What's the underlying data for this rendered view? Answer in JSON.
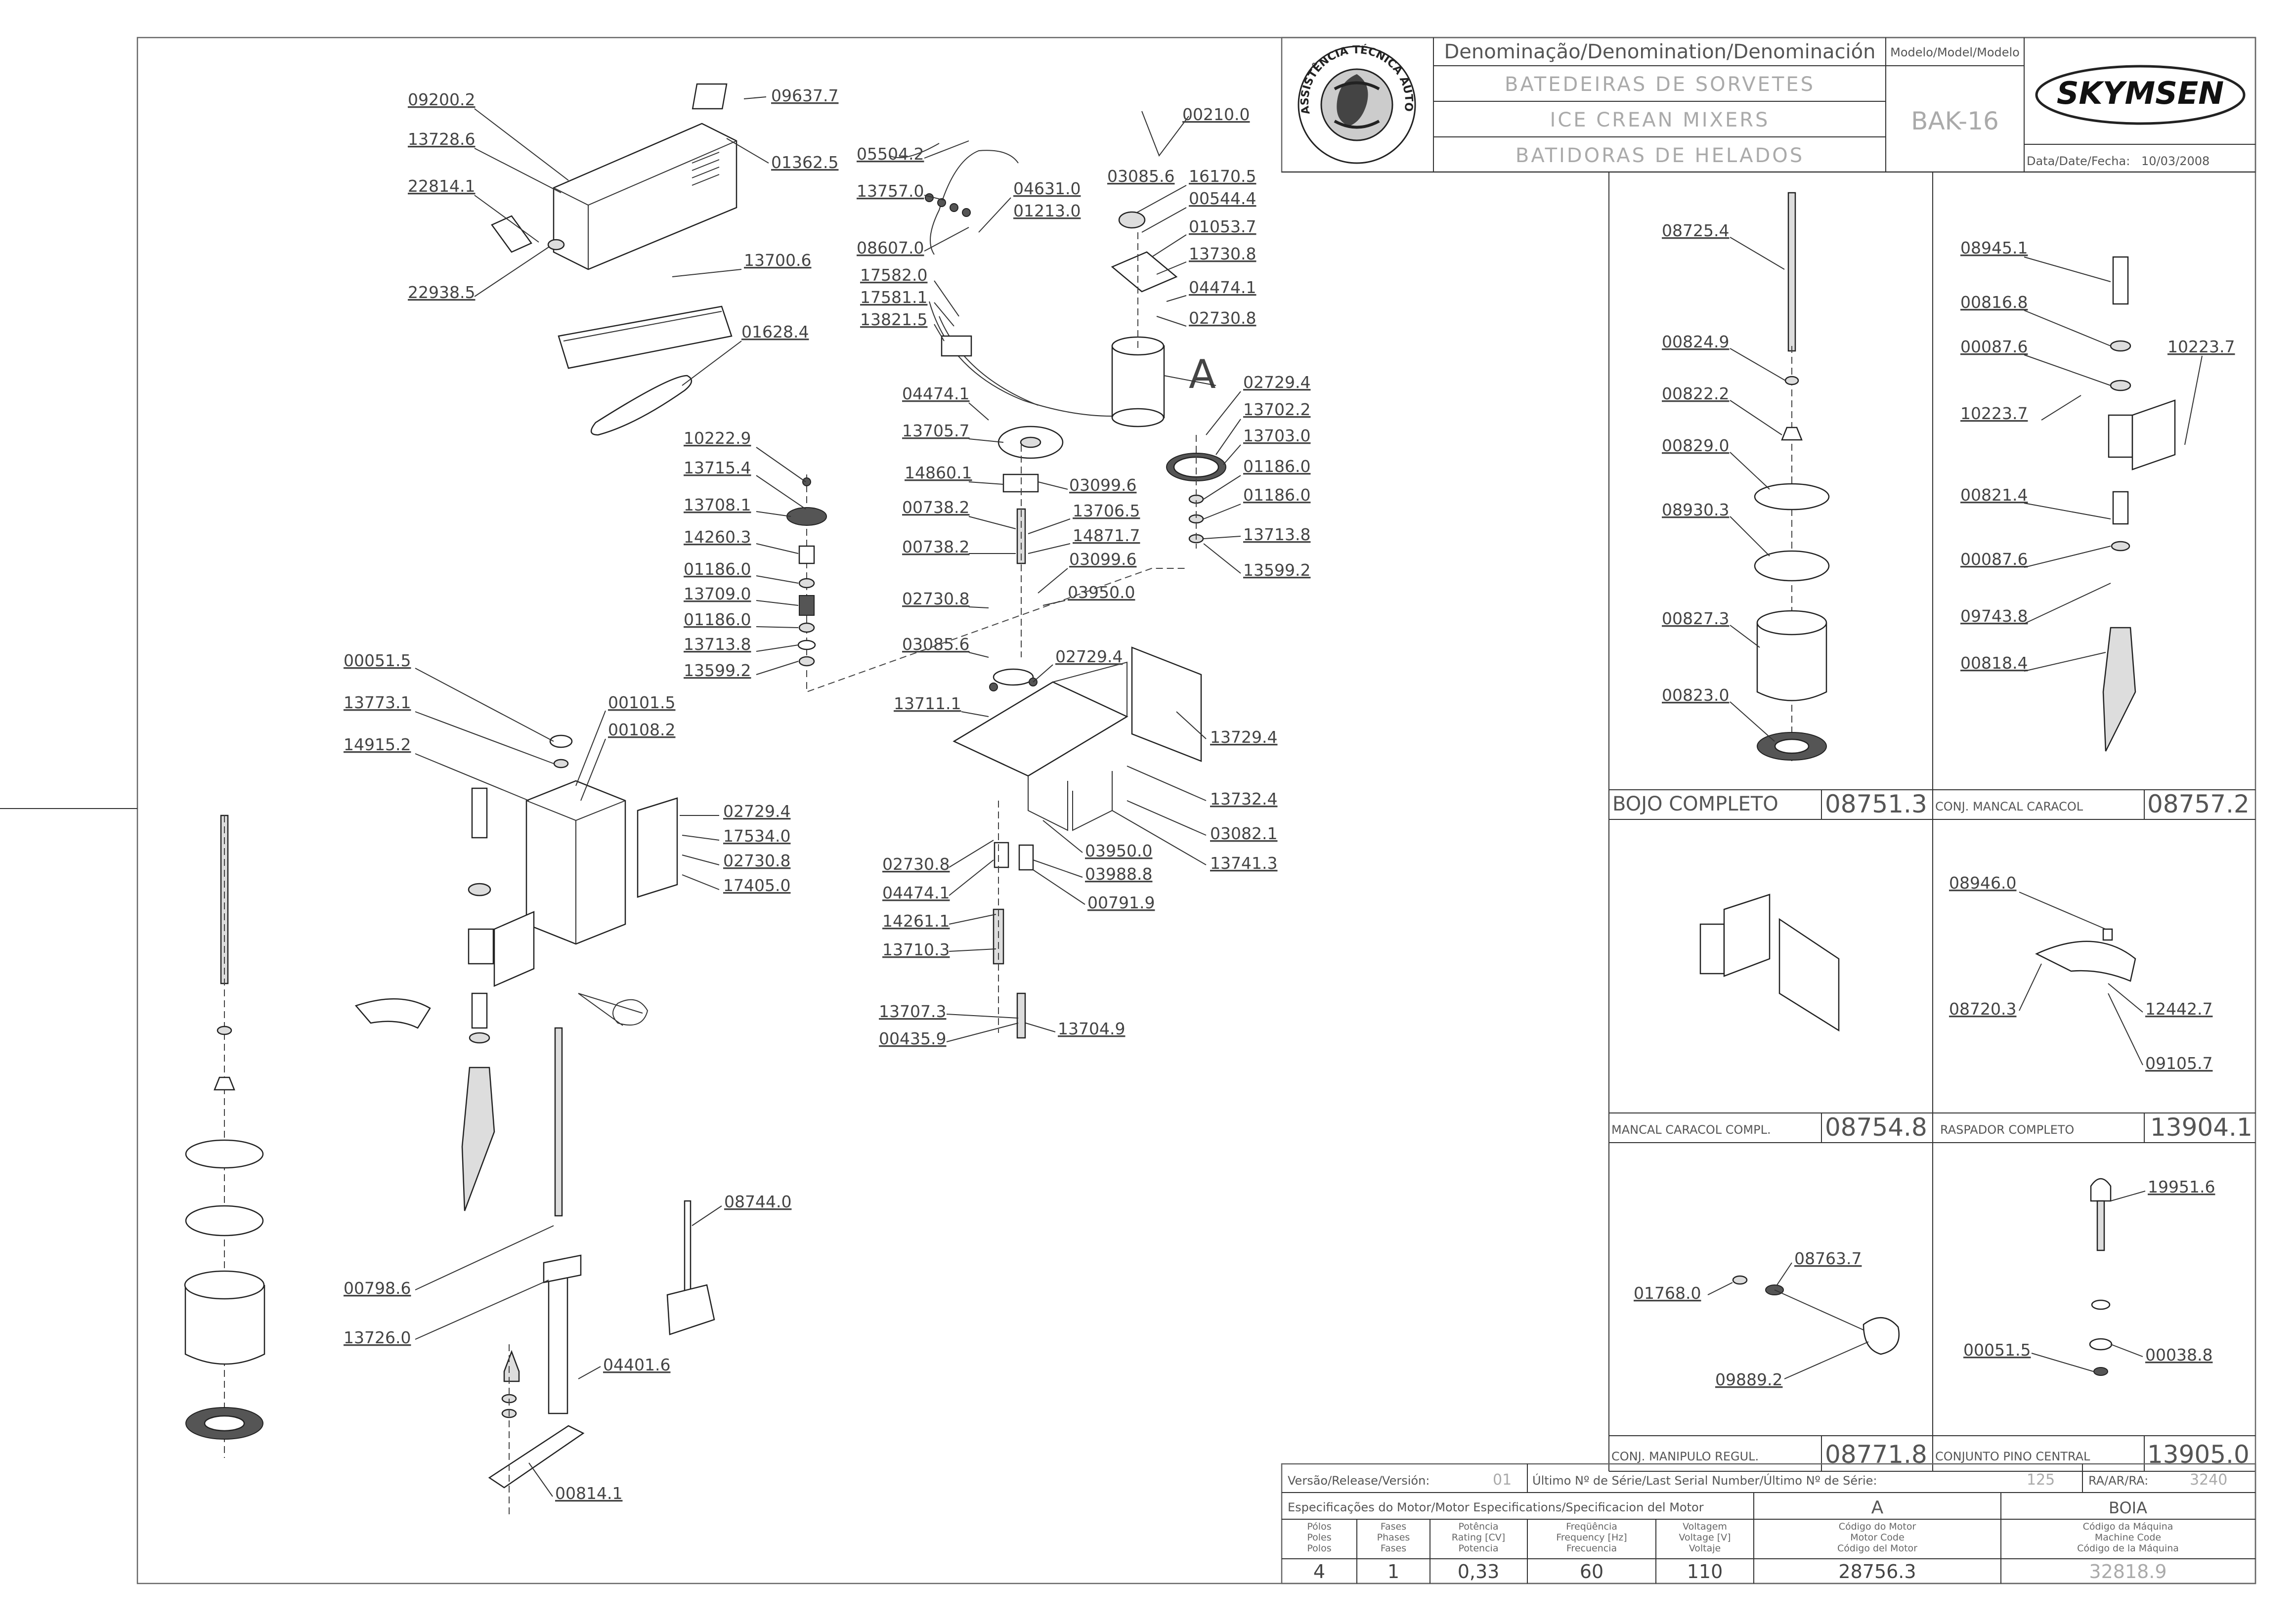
{
  "header": {
    "denomination_title": "Denominação/Denomination/Denominación",
    "model_title": "Modelo/Model/Modelo",
    "denominations": [
      "BATEDEIRAS DE SORVETES",
      "ICE CREAN MIXERS",
      "BATIDORAS DE HELADOS"
    ],
    "model": "BAK-16",
    "brand": "SKYMSEN",
    "date_label": "Data/Date/Fecha:",
    "date_value": "10/03/2008",
    "seal_top": "ASSISTÊNCIA TÉCNICA AUTORIZADA"
  },
  "callouts": {
    "c09200_2": "09200.2",
    "c09637_7": "09637.7",
    "c13728_6": "13728.6",
    "c01362_5": "01362.5",
    "c22814_1": "22814.1",
    "c22938_5": "22938.5",
    "c13700_6": "13700.6",
    "c01628_4": "01628.4",
    "c05504_2": "05504.2",
    "c13757_0": "13757.0",
    "c04631_0": "04631.0",
    "c01213_0": "01213.0",
    "c08607_0": "08607.0",
    "c17582_0": "17582.0",
    "c17581_1": "17581.1",
    "c13821_5": "13821.5",
    "c00210_0": "00210.0",
    "c03085_6a": "03085.6",
    "c16170_5": "16170.5",
    "c00544_4": "00544.4",
    "c01053_7": "01053.7",
    "c13730_8": "13730.8",
    "c04474_1a": "04474.1",
    "c02730_8a": "02730.8",
    "c_A": "A",
    "c02729_4a": "02729.4",
    "c13702_2": "13702.2",
    "c13703_0": "13703.0",
    "c01186_0a": "01186.0",
    "c01186_0b": "01186.0",
    "c13713_8a": "13713.8",
    "c13599_2a": "13599.2",
    "c04474_1b": "04474.1",
    "c13705_7": "13705.7",
    "c14860_1": "14860.1",
    "c03099_6a": "03099.6",
    "c00738_2a": "00738.2",
    "c13706_5": "13706.5",
    "c00738_2b": "00738.2",
    "c14871_7": "14871.7",
    "c03099_6b": "03099.6",
    "c03950_0a": "03950.0",
    "c02730_8b": "02730.8",
    "c03085_6b": "03085.6",
    "c02729_4b": "02729.4",
    "c13711_1": "13711.1",
    "c13729_4": "13729.4",
    "c13732_4": "13732.4",
    "c03082_1": "03082.1",
    "c13741_3": "13741.3",
    "c02730_8c": "02730.8",
    "c03950_0b": "03950.0",
    "c04474_1c": "04474.1",
    "c03988_8": "03988.8",
    "c00791_9": "00791.9",
    "c14261_1": "14261.1",
    "c13710_3": "13710.3",
    "c13707_3": "13707.3",
    "c00435_9": "00435.9",
    "c13704_9": "13704.9",
    "c10222_9": "10222.9",
    "c13715_4": "13715.4",
    "c13708_1": "13708.1",
    "c14260_3": "14260.3",
    "c01186_0c": "01186.0",
    "c13709_0": "13709.0",
    "c01186_0d": "01186.0",
    "c13713_8b": "13713.8",
    "c13599_2b": "13599.2",
    "c00051_5a": "00051.5",
    "c00101_5": "00101.5",
    "c13773_1": "13773.1",
    "c00108_2": "00108.2",
    "c14915_2": "14915.2",
    "c02729_4c": "02729.4",
    "c17534_0": "17534.0",
    "c02730_8d": "02730.8",
    "c17405_0": "17405.0",
    "c08744_0": "08744.0",
    "c00798_6": "00798.6",
    "c13726_0": "13726.0",
    "c04401_6": "04401.6",
    "c00814_1": "00814.1",
    "c08725_4": "08725.4",
    "c00824_9": "00824.9",
    "c00822_2": "00822.2",
    "c00829_0": "00829.0",
    "c08930_3": "08930.3",
    "c00827_3": "00827.3",
    "c00823_0": "00823.0",
    "c08945_1": "08945.1",
    "c00816_8": "00816.8",
    "c00087_6a": "00087.6",
    "c10223_7a": "10223.7",
    "c10223_7b": "10223.7",
    "c00821_4": "00821.4",
    "c00087_6b": "00087.6",
    "c09743_8": "09743.8",
    "c00818_4": "00818.4",
    "c08946_0": "08946.0",
    "c08720_3": "08720.3",
    "c12442_7": "12442.7",
    "c09105_7": "09105.7",
    "c08763_7": "08763.7",
    "c01768_0": "01768.0",
    "c09889_2": "09889.2",
    "c19951_6": "19951.6",
    "c00051_5b": "00051.5",
    "c00038_8": "00038.8"
  },
  "assemblies": [
    {
      "name": "BOJO COMPLETO",
      "code": "08751.3"
    },
    {
      "name": "CONJ. MANCAL CARACOL",
      "code": "08757.2"
    },
    {
      "name": "MANCAL CARACOL COMPL.",
      "code": "08754.8"
    },
    {
      "name": "RASPADOR COMPLETO",
      "code": "13904.1"
    },
    {
      "name": "CONJ. MANIPULO REGUL.",
      "code": "08771.8"
    },
    {
      "name": "CONJUNTO PINO CENTRAL",
      "code": "13905.0"
    }
  ],
  "footer": {
    "version_label": "Versão/Release/Versión:",
    "version_value": "01",
    "serial_label": "Último Nº de Série/Last Serial Number/Último Nº de Série:",
    "serial_value": "125",
    "ra_label": "RA/AR/RA:",
    "ra_value": "3240",
    "motor_spec_label": "Especificações do Motor/Motor Especifications/Specificacion del Motor",
    "col_a": "A",
    "col_boia": "BOIA",
    "h_poles": [
      "Pólos",
      "Poles",
      "Polos"
    ],
    "h_phases": [
      "Fases",
      "Phases",
      "Fases"
    ],
    "h_power": [
      "Potência",
      "Rating [CV]",
      "Potencia"
    ],
    "h_freq": [
      "Freqüência",
      "Frequency [Hz]",
      "Frecuencia"
    ],
    "h_voltage": [
      "Voltagem",
      "Voltage [V]",
      "Voltaje"
    ],
    "h_motor_code": [
      "Código do Motor",
      "Motor Code",
      "Código del Motor"
    ],
    "h_machine_code": [
      "Código da Máquina",
      "Machine Code",
      "Código de la Máquina"
    ],
    "poles": "4",
    "phases": "1",
    "power": "0,33",
    "frequency": "60",
    "voltage": "110",
    "motor_code": "28756.3",
    "machine_code": "32818.9"
  },
  "colors": {
    "line": "#333333",
    "gray_text": "#aaaaaa"
  }
}
